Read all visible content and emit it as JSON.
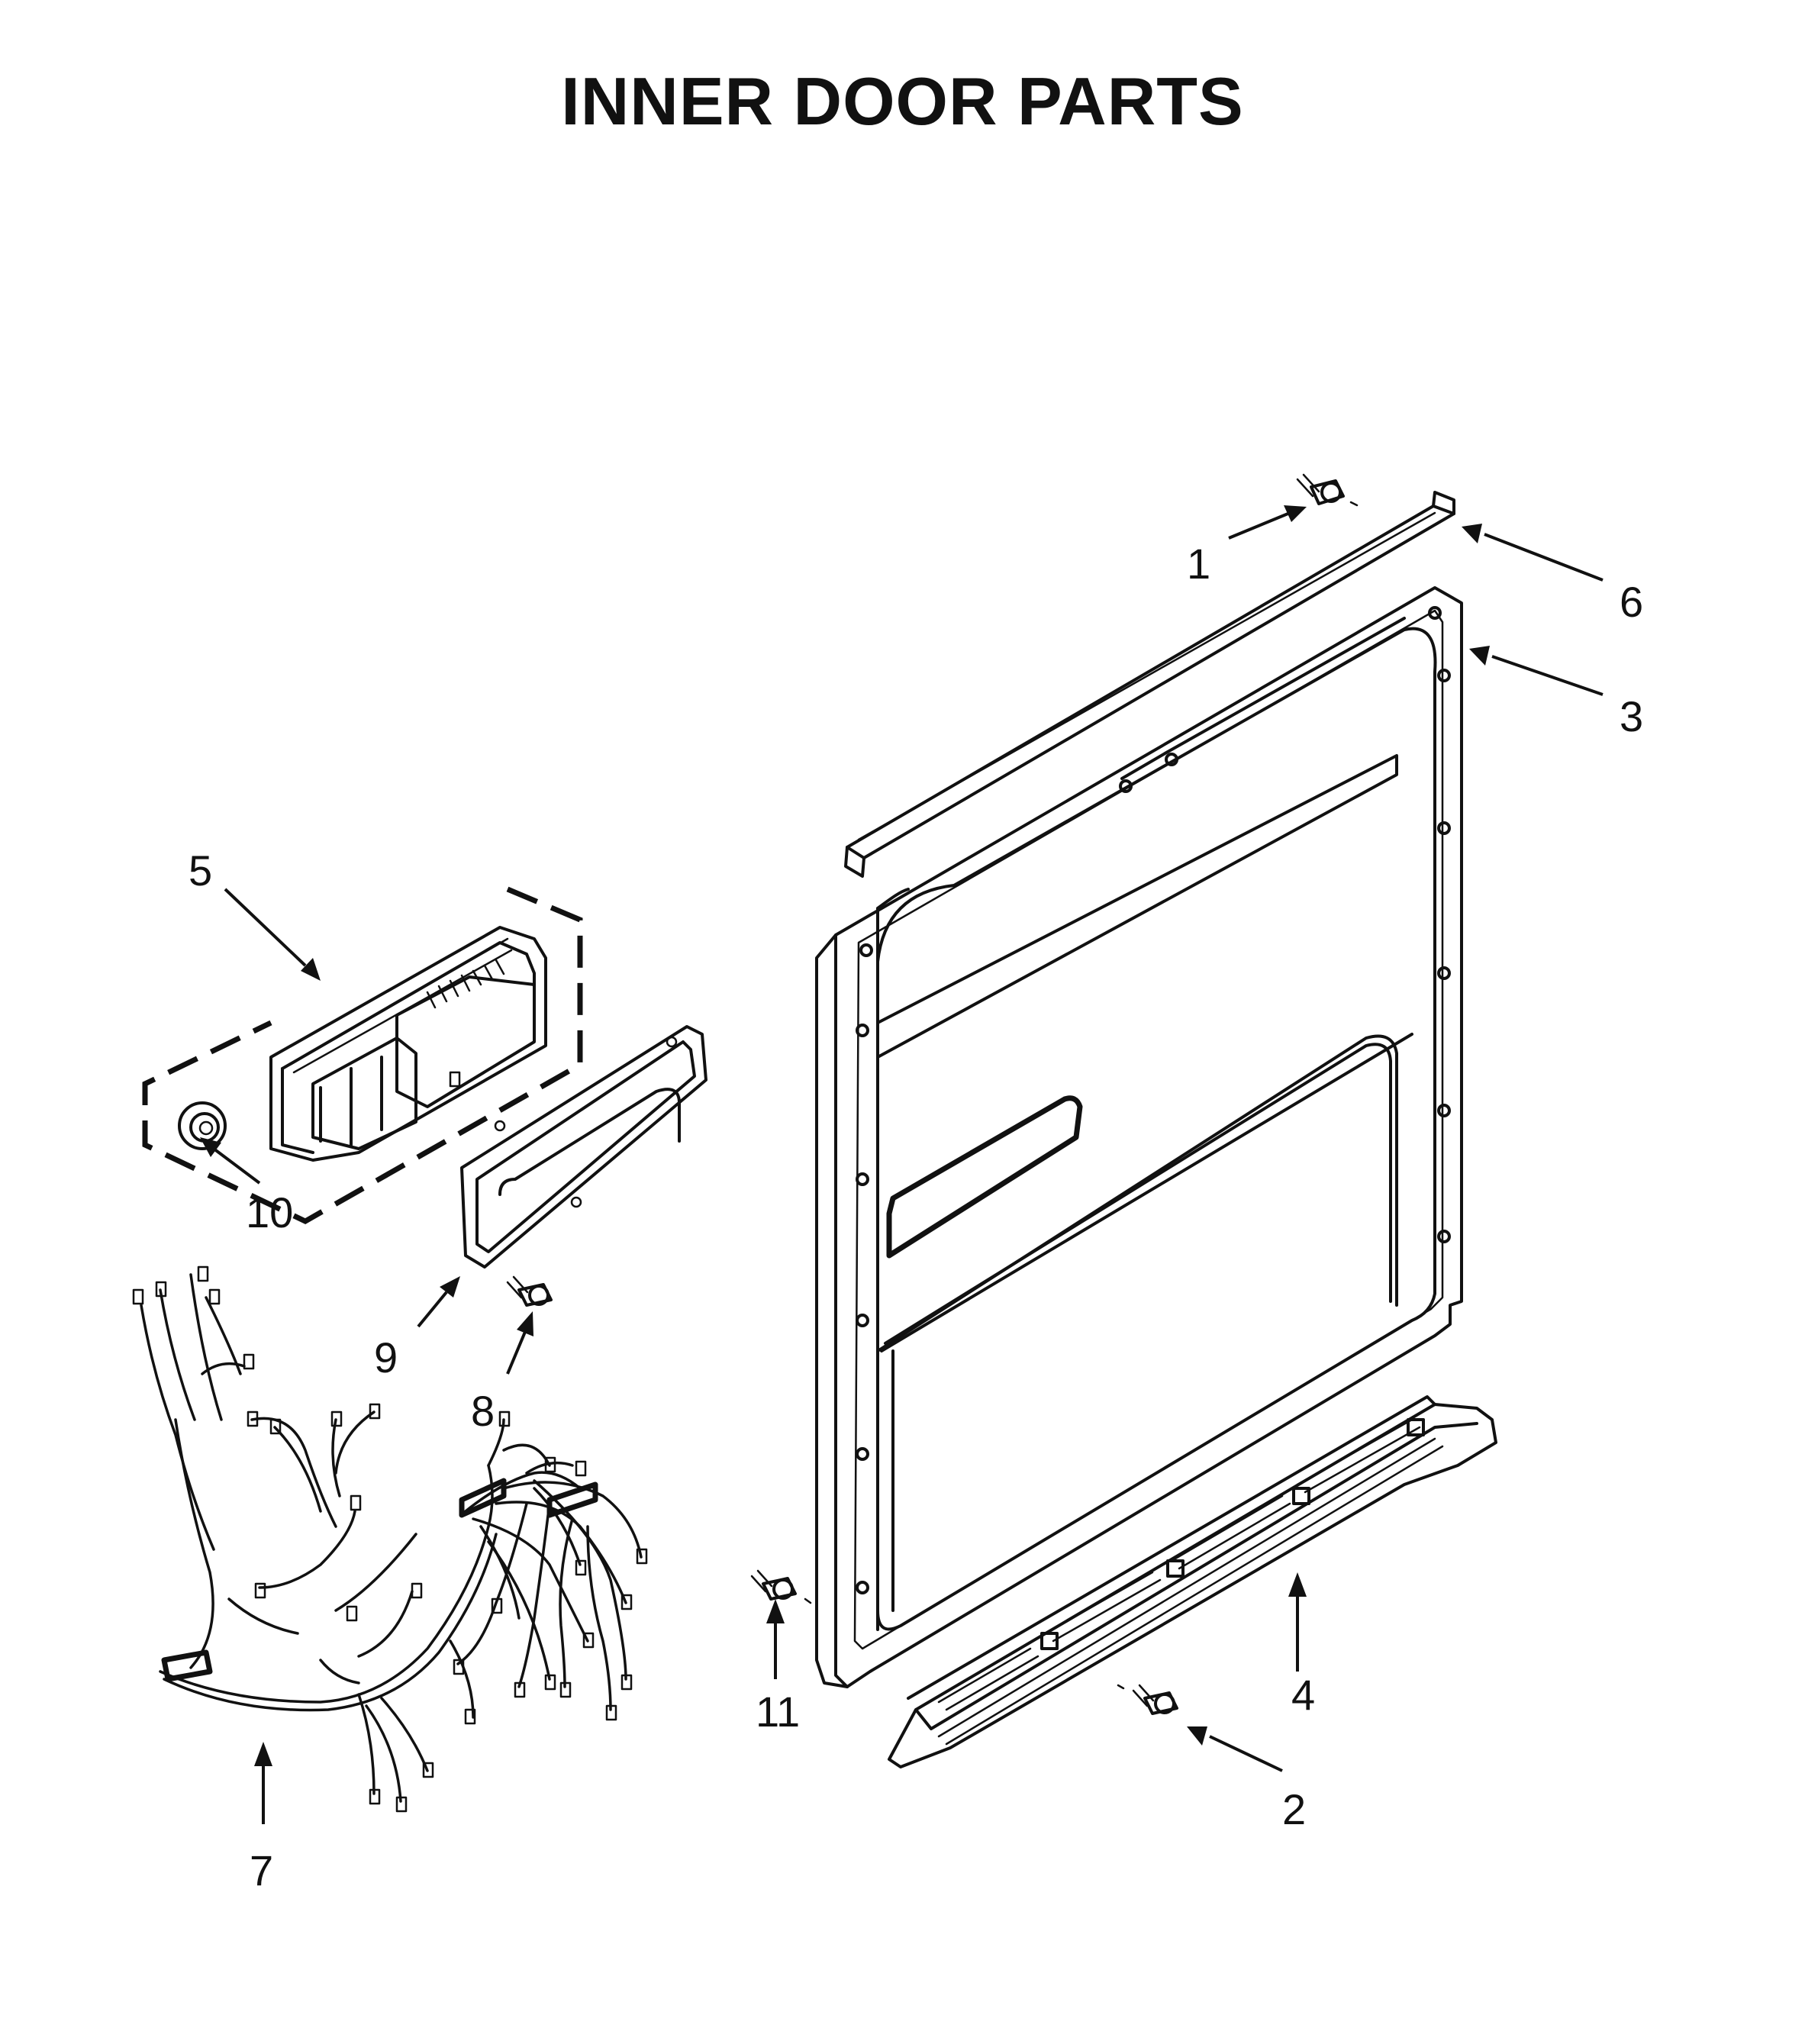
{
  "title": "INNER DOOR PARTS",
  "callouts": {
    "p1": "1",
    "p2": "2",
    "p3": "3",
    "p4": "4",
    "p5": "5",
    "p6": "6",
    "p7": "7",
    "p8": "8",
    "p9": "9",
    "p10": "10",
    "p11": "11"
  }
}
